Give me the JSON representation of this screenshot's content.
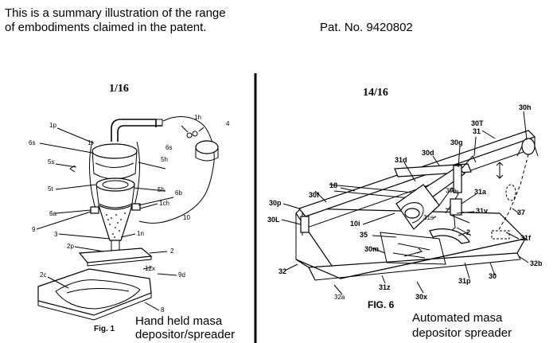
{
  "header": {
    "summary_line1": "This is a summary illustration of the range",
    "summary_line2": "of embodiments claimed in the patent.",
    "patent_number": "Pat. No. 9420802"
  },
  "left_figure": {
    "sheet": "1/16",
    "fig_label": "Fig. 1",
    "caption_line1": "Hand held masa",
    "caption_line2": "depositor/spreader",
    "labels": [
      "1p",
      "6s",
      "1t",
      "5s",
      "5t",
      "6a",
      "9",
      "3",
      "2p",
      "2c",
      "1h",
      "4",
      "6s",
      "5h",
      "5h",
      "6b",
      "1ch",
      "10",
      "1n",
      "2",
      "12x",
      "9d",
      "8"
    ]
  },
  "right_figure": {
    "sheet": "14/16",
    "fig_label": "FIG. 6",
    "caption_line1": "Automated masa",
    "caption_line2": "depositor spreader",
    "labels": [
      "30h",
      "30T",
      "31",
      "30g",
      "30d",
      "31d",
      "18",
      "30f",
      "30p",
      "30L",
      "30e",
      "31a",
      "31s",
      "10i",
      "31v",
      "37",
      "35",
      "2",
      "31f",
      "30m",
      "32",
      "32b",
      "32a",
      "31z",
      "30x",
      "31p",
      "30"
    ]
  }
}
